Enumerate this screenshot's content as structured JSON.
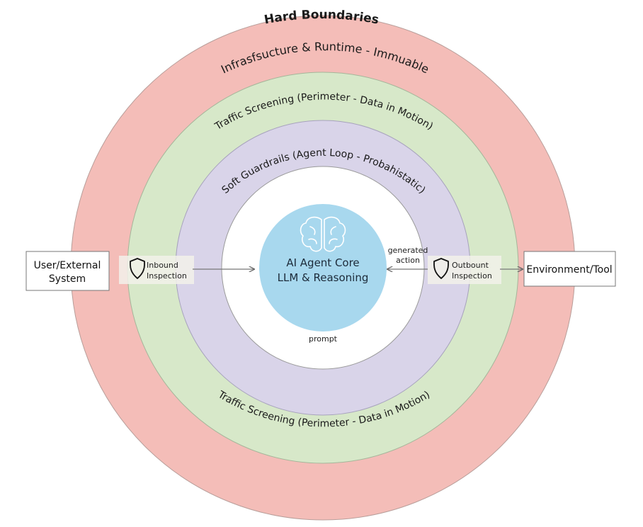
{
  "rings": {
    "hard": {
      "title": "Hard Boundaries",
      "subtitle": "Infrasfsucture & Runtime - Immuable",
      "color": "#f4bdb8"
    },
    "traffic": {
      "top_label": "Traffic Screening (Perimeter - Data in Motion)",
      "bottom_label": "Traffic Screening (Perimeter - Data in Motion)",
      "color": "#d7e8c9"
    },
    "soft": {
      "label": "Soft Guardrails (Agent Loop - Probahistatic)",
      "color": "#d9d4e9"
    }
  },
  "core": {
    "line1": "AI Agent Core",
    "line2": "LLM & Reasoning",
    "icon": "brain-icon",
    "color": "#a8d8ee"
  },
  "inbound": {
    "line1": "Inbound",
    "line2": "Inspection",
    "icon": "shield-icon"
  },
  "outbound": {
    "line1": "Outbount",
    "line2": "Inspection",
    "icon": "shield-icon"
  },
  "labels": {
    "generated_line1": "generated",
    "generated_line2": "action",
    "prompt": "prompt"
  },
  "external": {
    "user_line1": "User/External",
    "user_line2": "System",
    "env": "Environment/Tool"
  }
}
